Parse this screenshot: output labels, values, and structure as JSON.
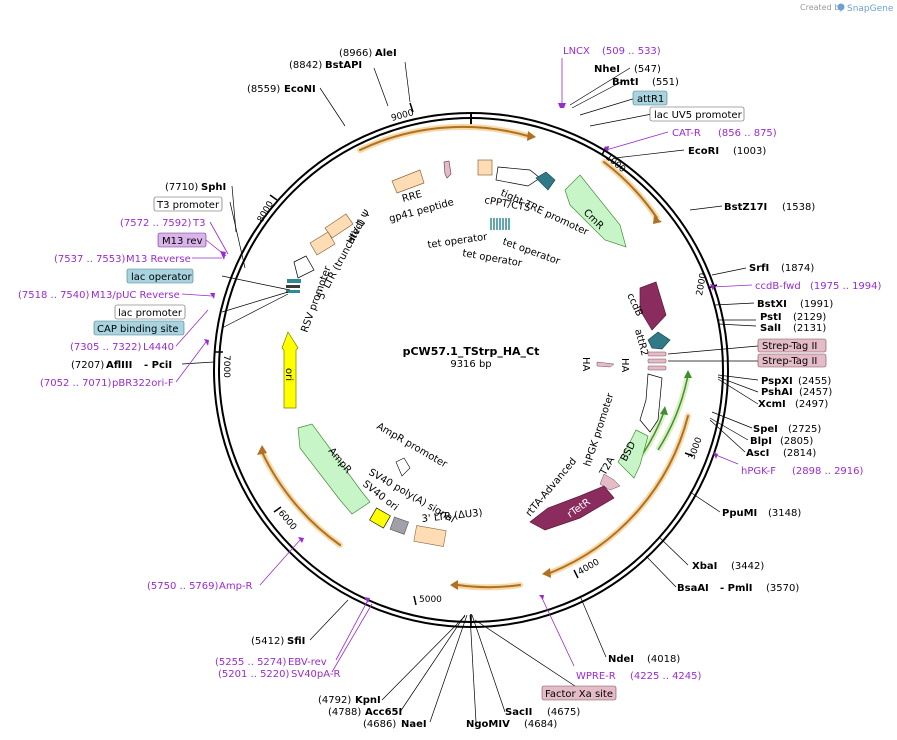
{
  "branding": {
    "created_by": "Created by",
    "product": "SnapGene"
  },
  "plasmid": {
    "name": "pCW57.1_TStrp_HA_Ct",
    "length": "9316 bp"
  },
  "ruler": {
    "ticks": [
      "1000",
      "2000",
      "3000",
      "4000",
      "5000",
      "6000",
      "7000",
      "8000",
      "9000"
    ]
  },
  "sites_right": [
    {
      "name": "NheI",
      "pos": "(547)"
    },
    {
      "name": "BmtI",
      "pos": "(551)"
    },
    {
      "name": "EcoRI",
      "pos": "(1003)"
    },
    {
      "name": "BstZ17I",
      "pos": "(1538)"
    },
    {
      "name": "SrfI",
      "pos": "(1874)"
    },
    {
      "name": "BstXI",
      "pos": "(1991)"
    },
    {
      "name": "PstI",
      "pos": "(2129)"
    },
    {
      "name": "SalI",
      "pos": "(2131)"
    },
    {
      "name": "PspXI",
      "pos": "(2455)"
    },
    {
      "name": "PshAI",
      "pos": "(2457)"
    },
    {
      "name": "XcmI",
      "pos": "(2497)"
    },
    {
      "name": "SpeI",
      "pos": "(2725)"
    },
    {
      "name": "BlpI",
      "pos": "(2805)"
    },
    {
      "name": "AscI",
      "pos": "(2814)"
    },
    {
      "name": "PpuMI",
      "pos": "(3148)"
    },
    {
      "name": "XbaI",
      "pos": "(3442)"
    },
    {
      "name": "BsaAI",
      "pos": "(3570)",
      "extra": "- PmlI"
    },
    {
      "name": "NdeI",
      "pos": "(4018)"
    },
    {
      "name": "SacII",
      "pos": "(4675)"
    },
    {
      "name": "NgoMIV",
      "pos": "(4684)"
    }
  ],
  "sites_left": [
    {
      "name": "AleI",
      "pos": "(8966)"
    },
    {
      "name": "BstAPI",
      "pos": "(8842)"
    },
    {
      "name": "EcoNI",
      "pos": "(8559)"
    },
    {
      "name": "SphI",
      "pos": "(7710)"
    },
    {
      "name": "AflIII",
      "pos": "(7207)",
      "extra": "- PciI"
    },
    {
      "name": "SfiI",
      "pos": "(5412)"
    },
    {
      "name": "KpnI",
      "pos": "(4792)"
    },
    {
      "name": "Acc65I",
      "pos": "(4788)"
    },
    {
      "name": "NaeI",
      "pos": "(4686)"
    }
  ],
  "primers": [
    {
      "name": "LNCX",
      "range": "(509 .. 533)"
    },
    {
      "name": "CAT-R",
      "range": "(856 .. 875)"
    },
    {
      "name": "ccdB-fwd",
      "range": "(1975 .. 1994)"
    },
    {
      "name": "hPGK-F",
      "range": "(2898 .. 2916)"
    },
    {
      "name": "WPRE-R",
      "range": "(4225 .. 4245)"
    },
    {
      "name": "EBV-rev",
      "range": "(5255 .. 5274)"
    },
    {
      "name": "SV40pA-R",
      "range": "(5201 .. 5220)"
    },
    {
      "name": "Amp-R",
      "range": "(5750 .. 5769)"
    },
    {
      "name": "pBR322ori-F",
      "range": "(7052 .. 7071)"
    },
    {
      "name": "L4440",
      "range": "(7305 .. 7322)"
    },
    {
      "name": "M13/pUC Reverse",
      "range": "(7518 .. 7540)"
    },
    {
      "name": "M13 Reverse",
      "range": "(7537 .. 7553)"
    },
    {
      "name": "T3",
      "range": "(7572 .. 7592)"
    }
  ],
  "boxed_labels": {
    "attR1": "attR1",
    "lac_uv5": "lac UV5 promoter",
    "strep1": "Strep-Tag II",
    "strep2": "Strep-Tag II",
    "factor_xa": "Factor Xa site",
    "t3_promoter": "T3 promoter",
    "m13_rev": "M13 rev",
    "lac_operator": "lac operator",
    "lac_promoter": "lac promoter",
    "cap_site": "CAP binding site"
  },
  "features": {
    "rre": "RRE",
    "gp41": "gp41 peptide",
    "hiv1_psi": "HIV-1 Ψ",
    "ltr5": "5' LTR (truncated)",
    "rsv": "RSV promoter",
    "tight_tre": "tight TRE promoter",
    "cppt": "cPPT/CTS",
    "cmr": "CmR",
    "tet_op1": "tet operator",
    "tet_op2": "tet operator",
    "tet_op3": "tet operator",
    "ccdb": "ccdB",
    "attr2": "attR2",
    "ha1": "HA",
    "ha2": "HA",
    "hpgk": "hPGK promoter",
    "bsd": "BSD",
    "t2a": "T2A",
    "rtta": "rtTA-Advanced",
    "rtetr": "rTetR",
    "ori": "ori",
    "ampr": "AmpR",
    "ampr_promoter": "AmpR promoter",
    "sv40_ori": "SV40 ori",
    "sv40_polya": "SV40 poly(A) signal",
    "ltr3": "3' LTR (ΔU3)"
  },
  "colors": {
    "backbone": "#000000",
    "orf_arrow": "#c8f5c8",
    "promoter": "#ffffff",
    "ccdb": "#8b2c5e",
    "ori": "#ffff00",
    "ltr": "#ffdcb4",
    "attr": "#2f8a96",
    "primer": "#9a2bd0",
    "arc_orange": "#f0a020",
    "boxed_blue": "#a8d4e0",
    "boxed_pink": "#e4bcc8"
  }
}
